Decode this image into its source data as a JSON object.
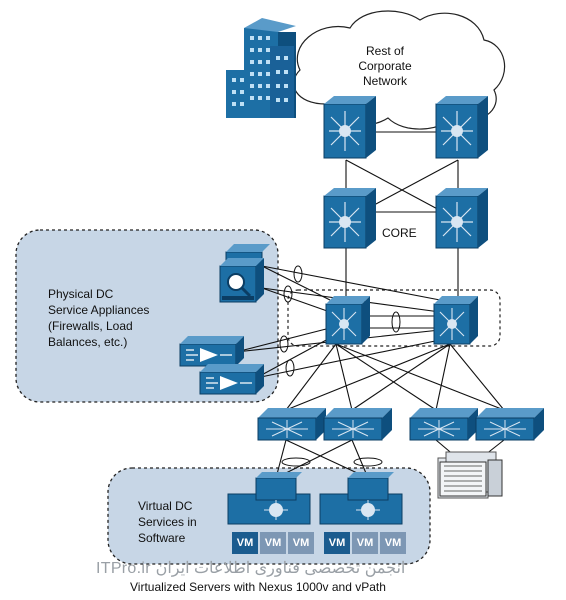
{
  "cloud_label": "Rest of\nCorporate\nNetwork",
  "core_label": "CORE",
  "physical_label": "Physical DC\nService Appliances\n(Firewalls, Load\nBalances, etc.)",
  "virtual_label": "Virtual DC\nServices in\nSoftware",
  "caption": "Virtualized Servers with Nexus 1000v and vPath",
  "vm_label": "VM",
  "watermark": "ITPro.ir انجمن تخصصی فناوری اطلاعات ایران",
  "colors": {
    "device": "#1d6fa5",
    "device_dark": "#0e4f7e",
    "zone_fill": "#c7d6e6",
    "line": "#111111"
  }
}
